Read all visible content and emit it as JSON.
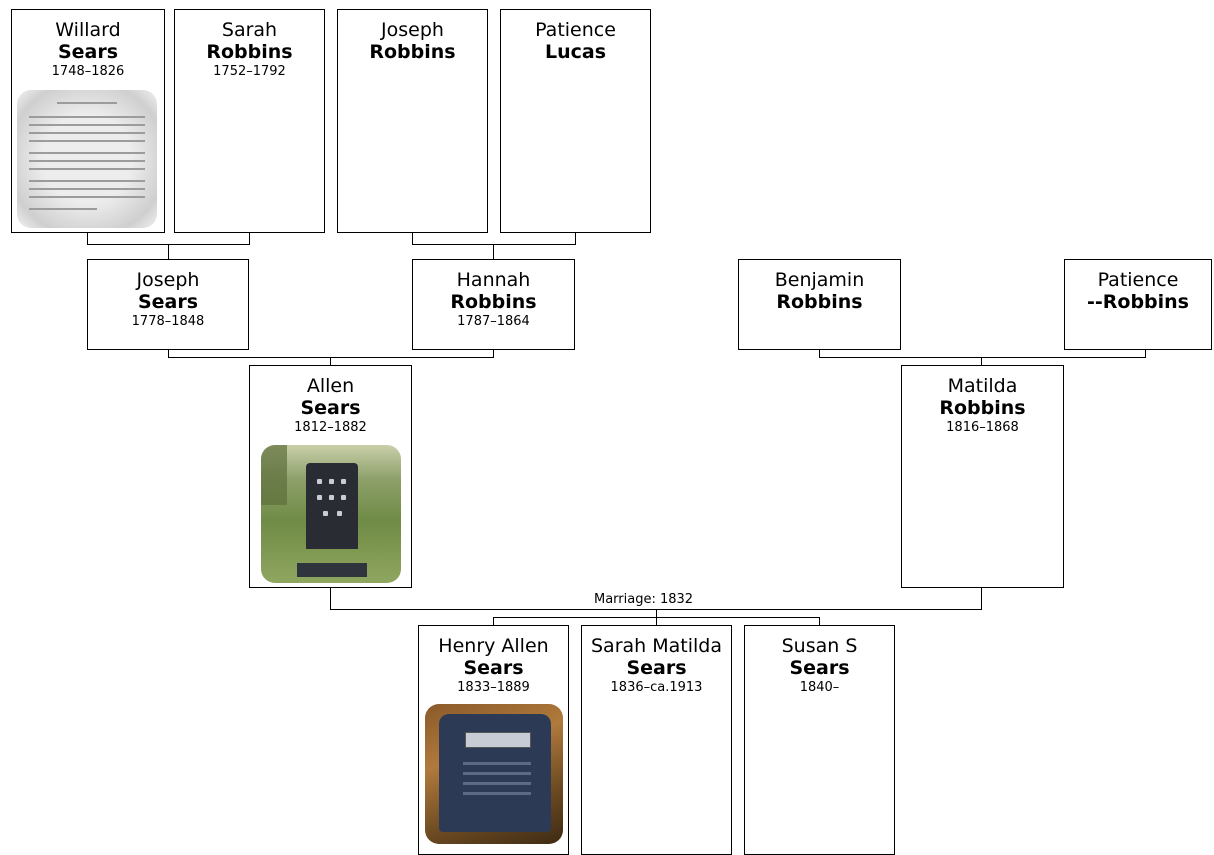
{
  "people": {
    "willard": {
      "given": "Willard",
      "surname": "Sears",
      "dates": "1748–1826",
      "photo": "document-scan"
    },
    "sarah_robbins": {
      "given": "Sarah",
      "surname": "Robbins",
      "dates": "1752–1792"
    },
    "joseph_robbins": {
      "given": "Joseph",
      "surname": "Robbins",
      "dates": ""
    },
    "patience_lucas": {
      "given": "Patience",
      "surname": "Lucas",
      "dates": ""
    },
    "joseph_sears": {
      "given": "Joseph",
      "surname": "Sears",
      "dates": "1778–1848"
    },
    "hannah_robbins": {
      "given": "Hannah",
      "surname": "Robbins",
      "dates": "1787–1864"
    },
    "benjamin_robbins": {
      "given": "Benjamin",
      "surname": "Robbins",
      "dates": ""
    },
    "patience_robbins": {
      "given": "Patience",
      "surname": "--Robbins",
      "dates": ""
    },
    "allen_sears": {
      "given": "Allen",
      "surname": "Sears",
      "dates": "1812–1882",
      "photo": "gravestone"
    },
    "matilda_robbins": {
      "given": "Matilda",
      "surname": "Robbins",
      "dates": "1816–1868"
    },
    "henry_allen": {
      "given": "Henry Allen",
      "surname": "Sears",
      "dates": "1833–1889",
      "photo": "gravestone"
    },
    "sarah_matilda": {
      "given": "Sarah Matilda",
      "surname": "Sears",
      "dates": "1836–ca.1913"
    },
    "susan_s": {
      "given": "Susan S",
      "surname": "Sears",
      "dates": "1840–"
    }
  },
  "marriage_label": "Marriage: 1832",
  "colors": {
    "background": "#ffffff",
    "border": "#000000",
    "text": "#000000"
  }
}
